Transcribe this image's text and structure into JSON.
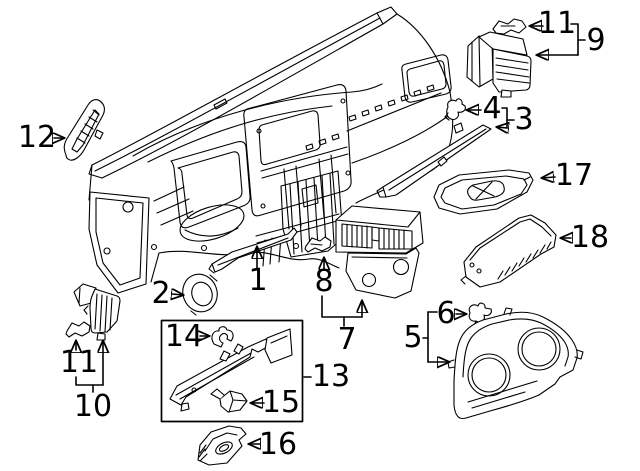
{
  "diagram": {
    "type": "exploded-parts-line-drawing",
    "colors": {
      "line": "#000000",
      "background": "#ffffff",
      "label_text": "#000000"
    }
  },
  "callouts": {
    "p1": "1",
    "p2": "2",
    "p3": "3",
    "p4": "4",
    "p5": "5",
    "p6": "6",
    "p7": "7",
    "p8": "8",
    "p9": "9",
    "p10": "10",
    "p11a": "11",
    "p11b": "11",
    "p12": "12",
    "p13": "13",
    "p14": "14",
    "p15": "15",
    "p16": "16",
    "p17": "17",
    "p18": "18"
  }
}
